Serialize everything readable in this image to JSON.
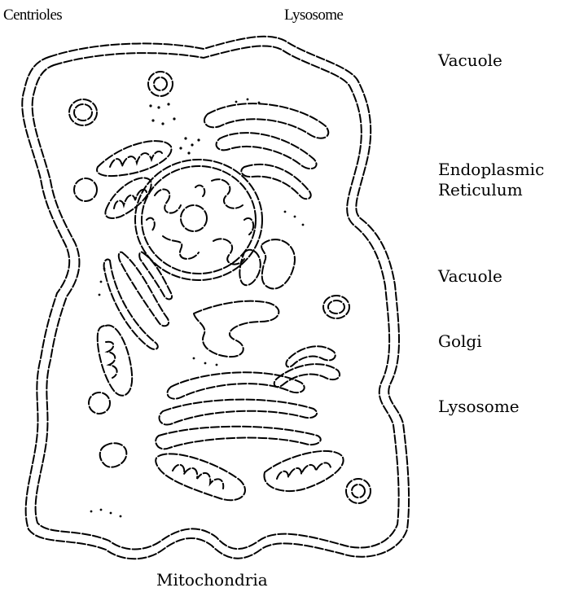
{
  "diagram": {
    "labels": {
      "centrioles": "Centrioles",
      "lysosome_top": "Lysosome",
      "vacuole_top": "Vacuole",
      "endoplasmic_reticulum_line1": "Endoplasmic",
      "endoplasmic_reticulum_line2": "Reticulum",
      "vacuole_mid": "Vacuole",
      "golgi": "Golgi",
      "lysosome_right": "Lysosome",
      "mitochondria": "Mitochondria"
    },
    "colors": {
      "ink": "#000000",
      "background": "#ffffff"
    }
  }
}
